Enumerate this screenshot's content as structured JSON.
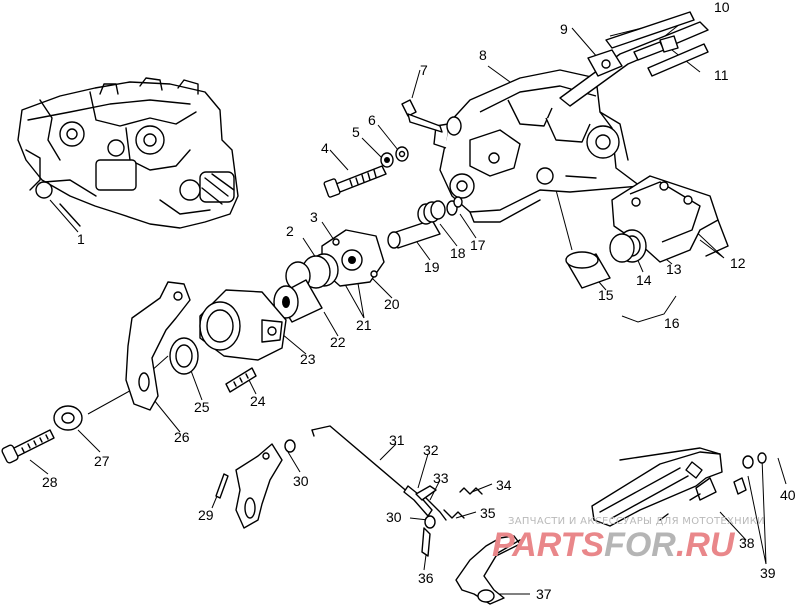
{
  "callouts": [
    "1",
    "2",
    "3",
    "4",
    "5",
    "6",
    "7",
    "8",
    "9",
    "10",
    "11",
    "12",
    "13",
    "14",
    "15",
    "16",
    "17",
    "18",
    "19",
    "20",
    "21",
    "22",
    "23",
    "24",
    "25",
    "26",
    "27",
    "28",
    "29",
    "30",
    "30",
    "31",
    "32",
    "33",
    "34",
    "35",
    "36",
    "37",
    "38",
    "39",
    "40"
  ],
  "watermark": {
    "tagline": "ЗАПЧАСТИ И АКСЕССУАРЫ ДЛЯ МОТОТЕХНИКИ",
    "brand_a": "PARTS",
    "brand_b": "FOR",
    "brand_c": ".RU",
    "color_red": "#e9878a",
    "color_gray": "#b5b5b5"
  }
}
